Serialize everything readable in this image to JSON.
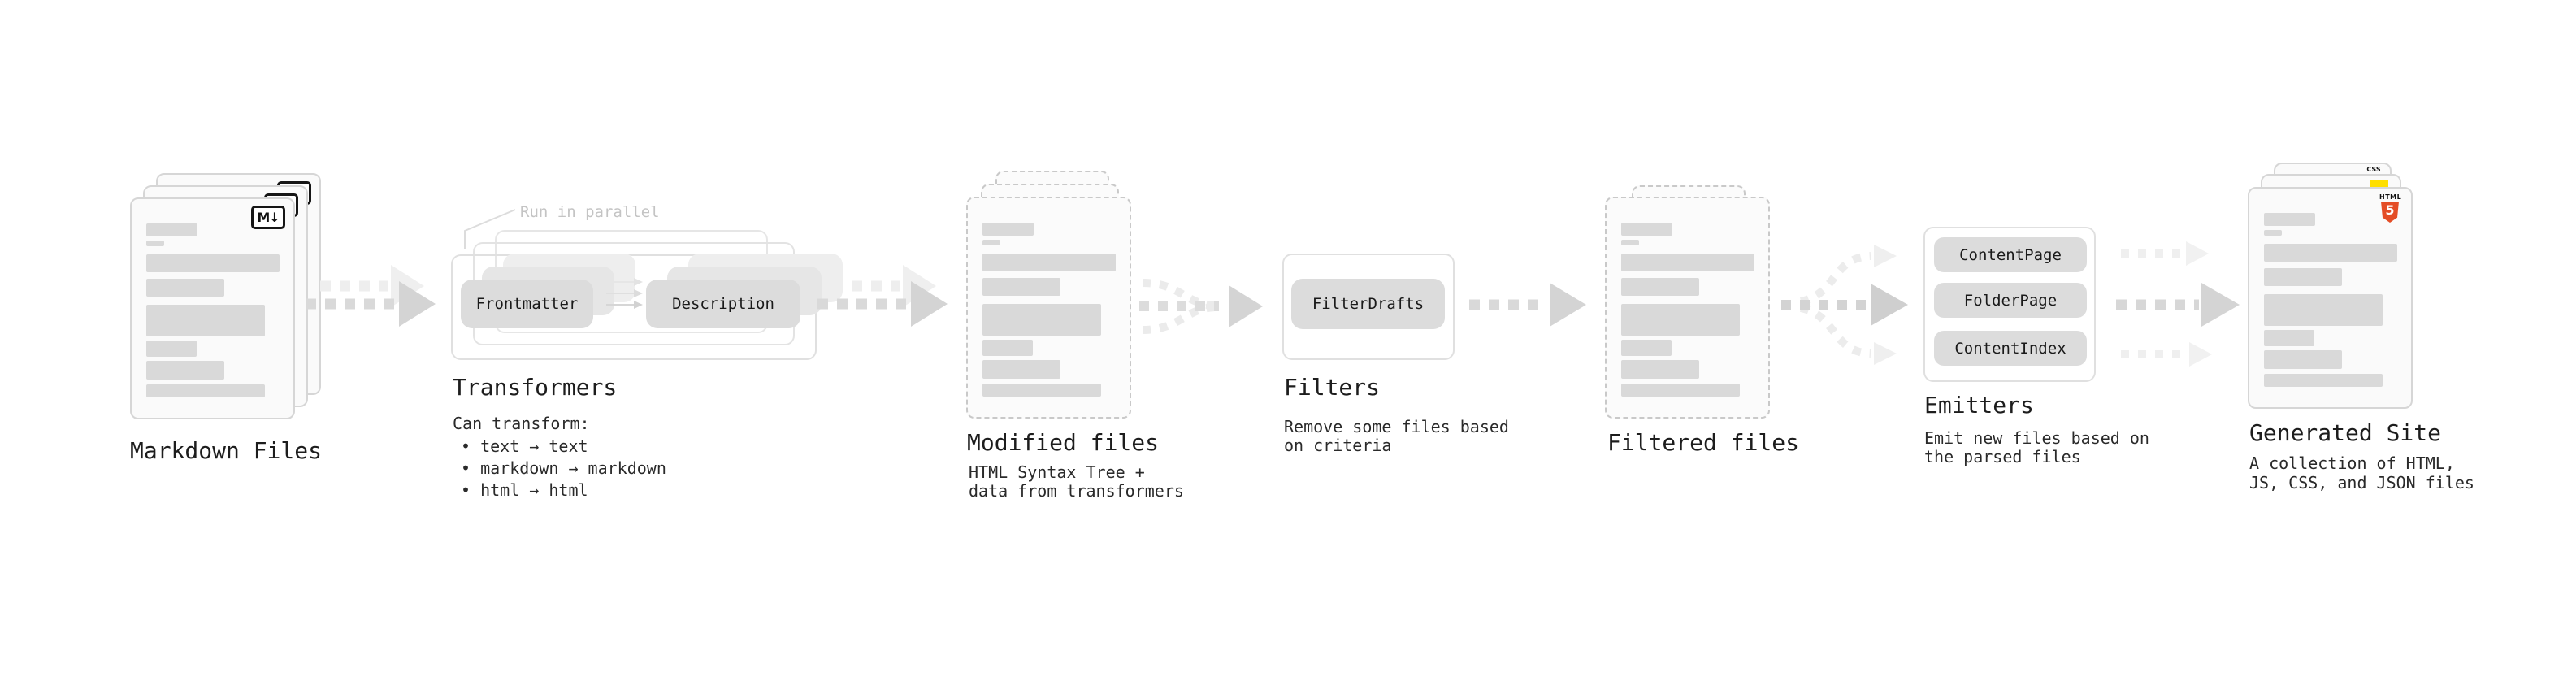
{
  "diagram": "static-site-generator-pipeline",
  "nodes": {
    "markdown_files": {
      "label": "Markdown Files",
      "badge": "M↓",
      "stack_count": 3
    },
    "transformers": {
      "label": "Transformers",
      "annotation": "Run in parallel",
      "chips": [
        "Frontmatter",
        "Description"
      ],
      "description_title": "Can transform:",
      "bullets": [
        "• text → text",
        "• markdown → markdown",
        "• html → html"
      ]
    },
    "modified_files": {
      "label": "Modified files",
      "sublabel_lines": [
        "HTML Syntax Tree +",
        "data from transformers"
      ],
      "stack_count": 3
    },
    "filters": {
      "label": "Filters",
      "chips": [
        "FilterDrafts"
      ],
      "sublabel_lines": [
        "Remove some files based",
        "on criteria"
      ]
    },
    "filtered_files": {
      "label": "Filtered files",
      "stack_count": 2
    },
    "emitters": {
      "label": "Emitters",
      "chips": [
        "ContentPage",
        "FolderPage",
        "ContentIndex"
      ],
      "sublabel_lines": [
        "Emit new files based on",
        "the parsed files"
      ]
    },
    "generated_site": {
      "label": "Generated Site",
      "sublabel_lines": [
        "A collection of HTML,",
        "JS, CSS, and JSON files"
      ],
      "badges": {
        "css_label": "CSS",
        "html_label": "HTML",
        "html_number": "5"
      },
      "stack_count": 3
    }
  },
  "colors": {
    "background": "#ffffff",
    "doc_fill": "#fafafa",
    "doc_border": "#d6d6d6",
    "dashed_border": "#c9c9c9",
    "content_bar": "#d9d9d9",
    "chip_fill": "#dcdcdc",
    "outline_border": "#e0e0e0",
    "arrow_main": "#d4d4d4",
    "arrow_ghost": "#eeeeee",
    "title_text": "#1d1d1d",
    "annotation_text": "#c4c4c4",
    "md_badge_border": "#161616",
    "html5_orange": "#e44d26",
    "css_blue": "#2b6de8",
    "js_yellow": "#ffdf00"
  }
}
